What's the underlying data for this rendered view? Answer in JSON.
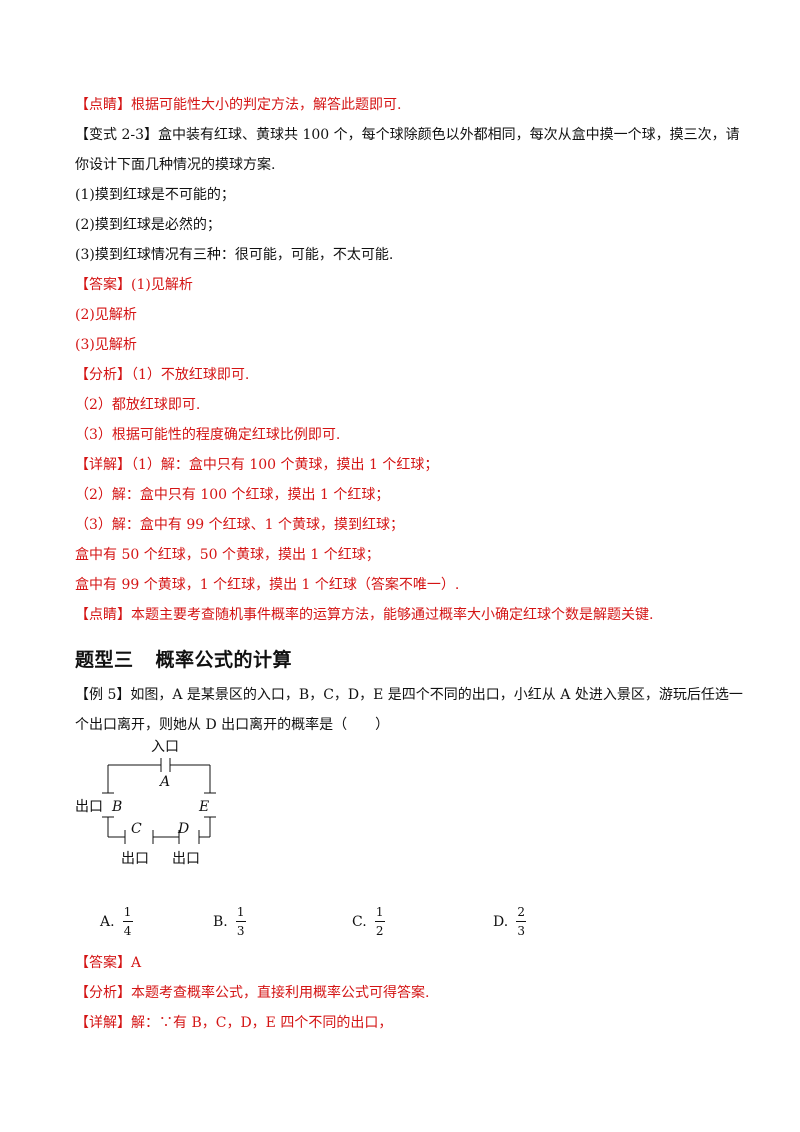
{
  "lines": {
    "l1": "【点睛】根据可能性大小的判定方法，解答此题即可.",
    "l2a": "【变式 2-3】盒中装有红球、黄球共 100 个，每个球除颜色以外都相同，每次从盒中摸一个球，摸三次，请",
    "l2b": "你设计下面几种情况的摸球方案.",
    "l3": "(1)摸到红球是不可能的；",
    "l4": "(2)摸到红球是必然的；",
    "l5": "(3)摸到红球情况有三种：很可能，可能，不太可能.",
    "l6": "【答案】(1)见解析",
    "l7": "(2)见解析",
    "l8": "(3)见解析",
    "l9": "【分析】（1）不放红球即可.",
    "l10": "（2）都放红球即可.",
    "l11": "（3）根据可能性的程度确定红球比例即可.",
    "l12": "【详解】（1）解：盒中只有 100 个黄球，摸出 1 个红球；",
    "l13": "（2）解：盒中只有 100 个红球，摸出 1 个红球；",
    "l14": "（3）解：盒中有 99 个红球、1 个黄球，摸到红球；",
    "l15": "盒中有 50 个红球，50 个黄球，摸出 1 个红球；",
    "l16": "盒中有 99 个黄球，1 个红球，摸出 1 个红球（答案不唯一）.",
    "l17": "【点睛】本题主要考查随机事件概率的运算方法，能够通过概率大小确定红球个数是解题关键."
  },
  "section": {
    "title_a": "题型三",
    "title_b": "概率公式的计算"
  },
  "example": {
    "line1": "【例 5】如图，A 是某景区的入口，B，C，D，E 是四个不同的出口，小红从 A 处进入景区，游玩后任选一",
    "line2": "个出口离开，则她从 D 出口离开的概率是（　　）"
  },
  "diagram": {
    "entrance": "入口",
    "exit": "出口",
    "A": "A",
    "B": "B",
    "C": "C",
    "D": "D",
    "E": "E"
  },
  "options": [
    {
      "letter": "A.",
      "num": "1",
      "den": "4"
    },
    {
      "letter": "B.",
      "num": "1",
      "den": "3"
    },
    {
      "letter": "C.",
      "num": "1",
      "den": "2"
    },
    {
      "letter": "D.",
      "num": "2",
      "den": "3"
    }
  ],
  "answer": {
    "ans": "【答案】A",
    "analysis": "【分析】本题考查概率公式，直接利用概率公式可得答案.",
    "detail": "【详解】解：∵有 B，C，D，E 四个不同的出口，"
  }
}
